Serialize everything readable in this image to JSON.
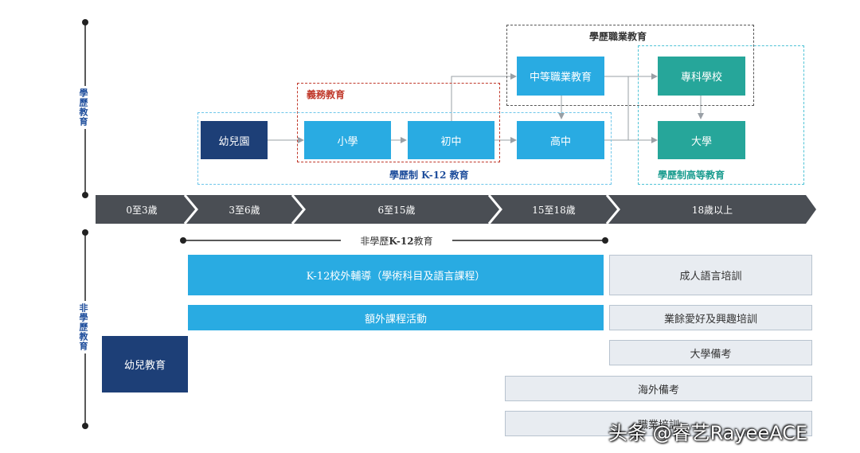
{
  "sections": {
    "formal": "學歷教育",
    "nonformal": "非學歷教育"
  },
  "formal": {
    "vocational_group": "學歷職業教育",
    "compulsory_group": "義務教育",
    "k12_group": "學歷制 K-12 教育",
    "higher_group": "學歷制高等教育",
    "kindergarten": "幼兒園",
    "primary": "小學",
    "junior": "初中",
    "senior": "高中",
    "secondary_vocational": "中等職業教育",
    "junior_college": "專科學校",
    "university": "大學"
  },
  "ages": [
    "0至3歲",
    "3至6歲",
    "6至15歲",
    "15至18歲",
    "18歲以上"
  ],
  "nonformal": {
    "k12_line_prefix": "非學歷",
    "k12_line_bold": "K-12",
    "k12_line_suffix": "教育",
    "tutoring": "K-12校外輔導（學術科目及語言課程）",
    "extracurricular": "額外課程活動",
    "early_childhood": "幼兒教育",
    "adult_language": "成人語言培訓",
    "hobby": "業餘愛好及興趣培訓",
    "college_prep": "大學備考",
    "overseas_prep": "海外備考",
    "vocational_training": "職業培訓"
  },
  "watermark": "头条 @睿艺RayeeACE",
  "colors": {
    "blue": "#29abe2",
    "navy": "#1d3f77",
    "teal": "#26a69a",
    "grey_box": "#e8ecf1",
    "age_bar": "#4a4e54",
    "red_dash": "#c0392b",
    "label_blue": "#1f4e9c",
    "label_teal": "#1a9c8f"
  }
}
